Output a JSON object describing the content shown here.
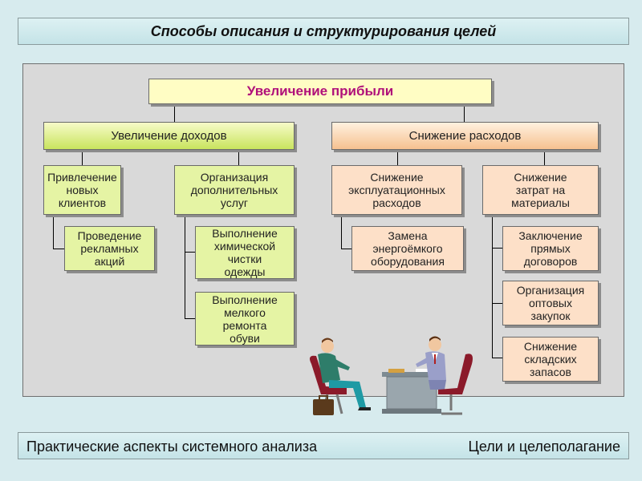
{
  "title": "Способы описания и структурирования целей",
  "diagram": {
    "root": "Увеличение прибыли",
    "income": {
      "label": "Увеличение доходов",
      "children": [
        {
          "label": "Привлечение\nновых\nклиентов",
          "children": [
            "Проведение\nрекламных\nакций"
          ]
        },
        {
          "label": "Организация\nдополнительных\nуслуг",
          "children": [
            "Выполнение\nхимической\nчистки\nодежды",
            "Выполнение\nмелкого\nремонта\nобуви"
          ]
        }
      ]
    },
    "expenses": {
      "label": "Снижение расходов",
      "children": [
        {
          "label": "Снижение\nэксплуатационных\nрасходов",
          "children": [
            "Замена\nэнергоёмкого\nоборудования"
          ]
        },
        {
          "label": "Снижение\nзатрат на\nматериалы",
          "children": [
            "Заключение\nпрямых\nдоговоров",
            "Организация\nоптовых\nзакупок",
            "Снижение\nскладских\nзапасов"
          ]
        }
      ]
    }
  },
  "footer": {
    "left": "Практические аспекты системного анализа",
    "right": "Цели и целеполагание"
  }
}
